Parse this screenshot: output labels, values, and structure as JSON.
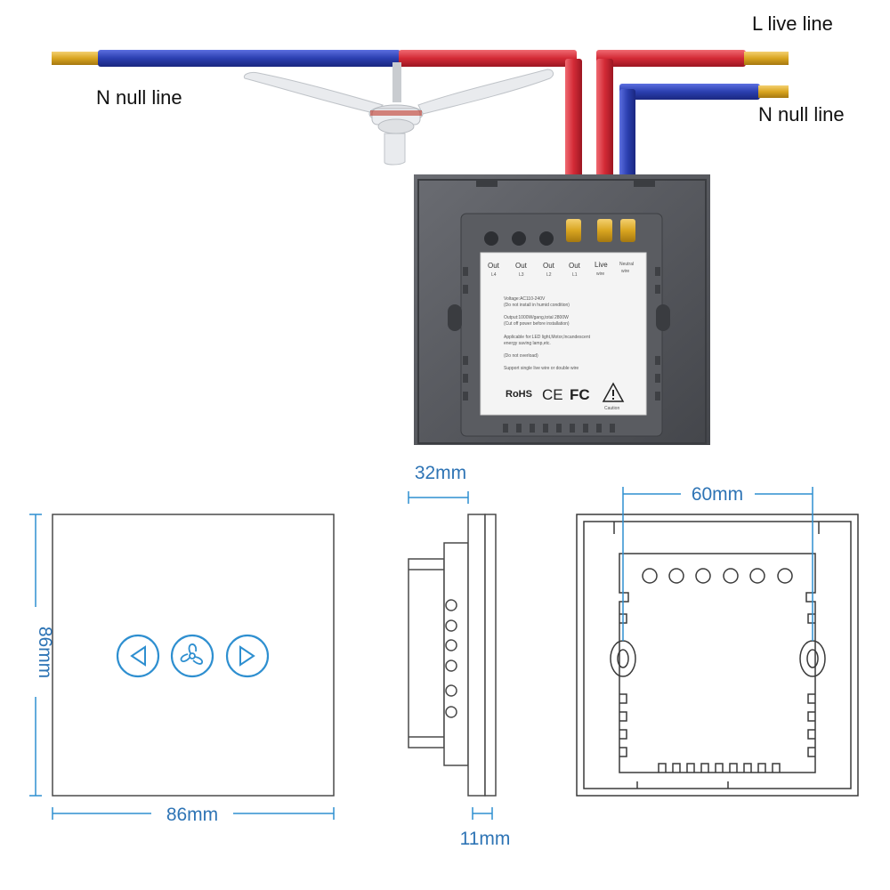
{
  "wiring": {
    "live_label": "L live line",
    "null_label_right": "N null line",
    "null_label_left": "N null line",
    "colors": {
      "live": "#d32a36",
      "neutral": "#2b3fb0",
      "copper": "#d9a520"
    }
  },
  "switch_back": {
    "terminals": [
      {
        "top": "Out",
        "bottom": "L4"
      },
      {
        "top": "Out",
        "bottom": "L3"
      },
      {
        "top": "Out",
        "bottom": "L2"
      },
      {
        "top": "Out",
        "bottom": "L1"
      },
      {
        "top": "Live",
        "bottom": "wire"
      },
      {
        "top": "Neutral",
        "bottom": "wire"
      }
    ],
    "spec_lines": [
      "Voltage:AC110-240V",
      "(Do not install in humid condition)",
      "Output:1000W/gang,total 2800W",
      "(Cut off power before installation)",
      "Applicable for:LED light,Motor,Incandescent",
      "energy saving lamp,etc.",
      "(Do not overload)",
      "Support single live wire or double wire"
    ],
    "marks": {
      "rohs": "RoHS",
      "ce": "CE",
      "fc": "FC",
      "caution": "Caution"
    }
  },
  "dimensions": {
    "front_width": "86mm",
    "front_height": "86mm",
    "side_depth": "32mm",
    "side_thickness": "11mm",
    "mount_spacing": "60mm"
  },
  "front_panel": {
    "buttons": [
      "prev-icon",
      "fan-icon",
      "next-icon"
    ],
    "accent": "#2e8fd0"
  }
}
